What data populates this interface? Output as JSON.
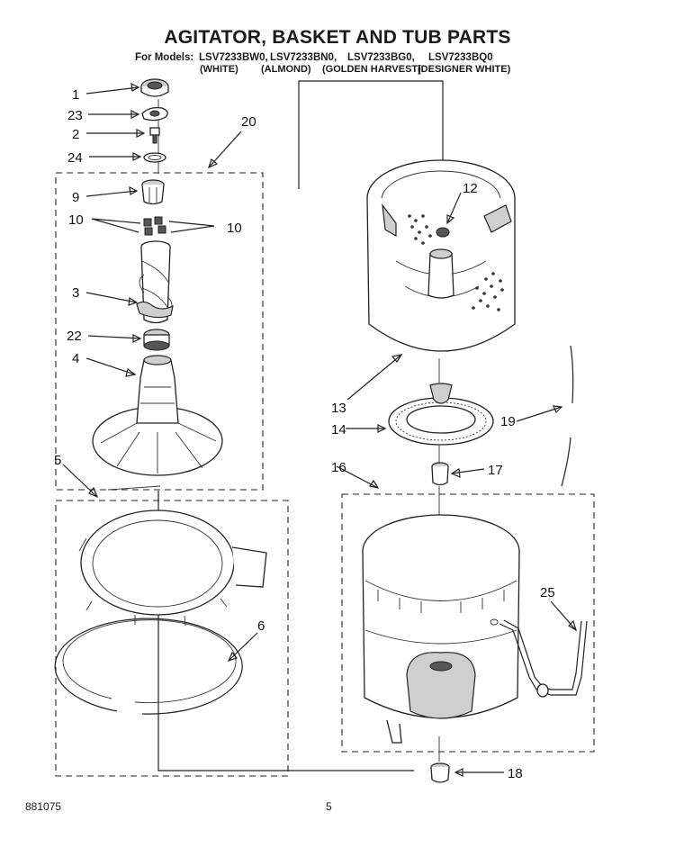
{
  "page": {
    "title": "AGITATOR, BASKET AND TUB PARTS",
    "models_prefix": "For Models:",
    "models": [
      "LSV7233BW0,",
      "LSV7233BN0,",
      "LSV7233BG0,",
      "LSV7233BQ0"
    ],
    "colors": [
      "(WHITE)",
      "(ALMOND)",
      "(GOLDEN HARVEST)",
      "(DESIGNER WHITE)"
    ],
    "doc_number": "881075",
    "page_number": "5"
  },
  "callouts": [
    "1",
    "23",
    "2",
    "24",
    "20",
    "9",
    "10",
    "10",
    "3",
    "22",
    "4",
    "5",
    "6",
    "12",
    "13",
    "14",
    "19",
    "16",
    "17",
    "25",
    "18"
  ]
}
